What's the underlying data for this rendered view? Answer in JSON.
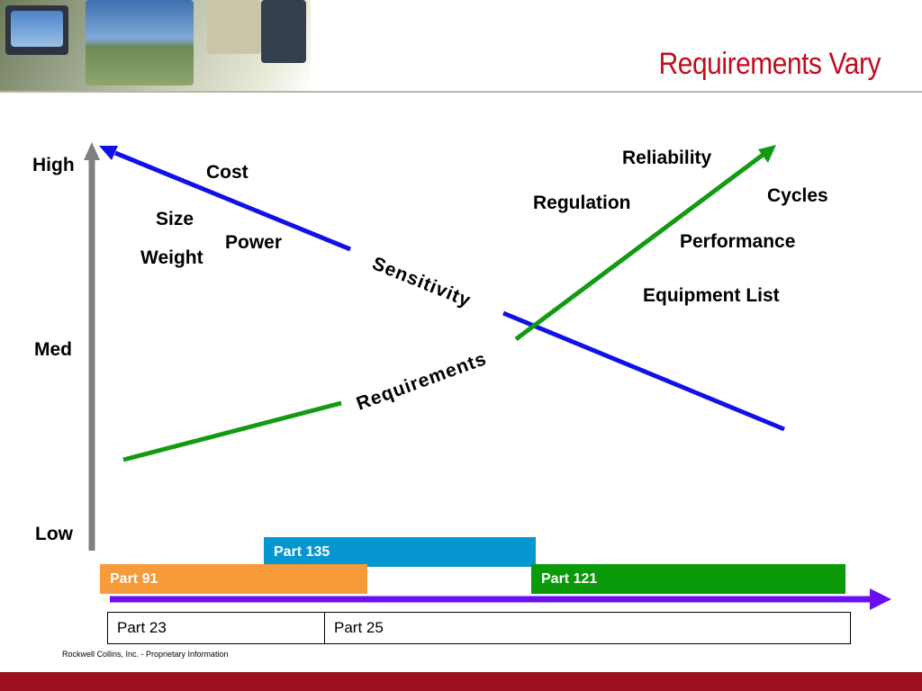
{
  "slide": {
    "title": "Requirements Vary",
    "footer": "Rockwell Collins, Inc. -  Proprietary Information"
  },
  "axis": {
    "high": "High",
    "med": "Med",
    "low": "Low"
  },
  "lines": {
    "sensitivity": "Sensitivity",
    "requirements": "Requirements"
  },
  "left_factors": {
    "cost": "Cost",
    "size": "Size",
    "power": "Power",
    "weight": "Weight"
  },
  "right_factors": {
    "reliability": "Reliability",
    "regulation": "Regulation",
    "cycles": "Cycles",
    "performance": "Performance",
    "equipment_list": "Equipment List"
  },
  "parts": {
    "part135": "Part 135",
    "part91": "Part 91",
    "part121": "Part 121",
    "part23": "Part 23",
    "part25": "Part 25"
  },
  "colors": {
    "title": "#c00d1e",
    "sensitivity_line": "#1010e8",
    "requirements_line": "#139a13",
    "axis": "#808080",
    "part135": "#0696d0",
    "part91": "#f79a3a",
    "part121": "#0a9a0a",
    "timeline_arrow": "#6a0ff0",
    "footer_bar": "#9c0f1f"
  }
}
